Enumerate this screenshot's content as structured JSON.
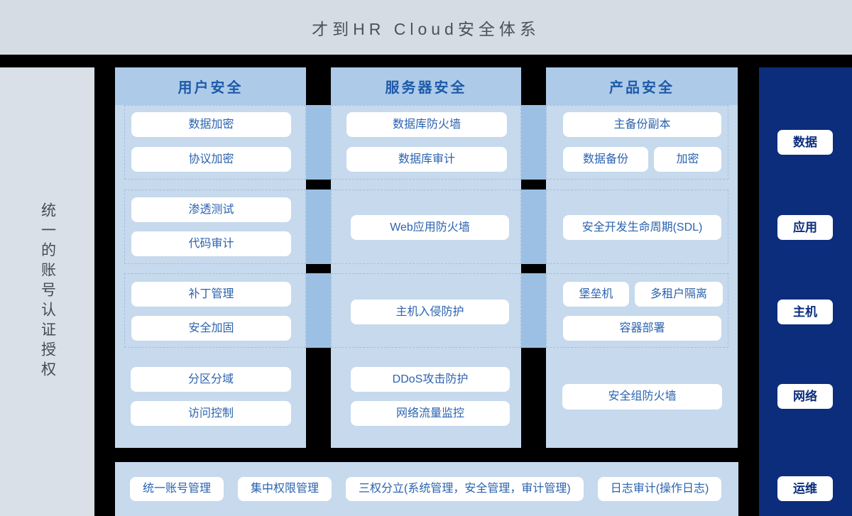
{
  "banner": {
    "title": "才到HR Cloud安全体系"
  },
  "left_rail": {
    "label": "统一的账号认证授权"
  },
  "col_user": {
    "header": "用户安全",
    "g1": [
      "数据加密",
      "协议加密"
    ],
    "g2": [
      "渗透测试",
      "代码审计"
    ],
    "g3": [
      "补丁管理",
      "安全加固"
    ],
    "g4": [
      "分区分域",
      "访问控制"
    ]
  },
  "col_server": {
    "header": "服务器安全",
    "g1": [
      "数据库防火墙",
      "数据库审计"
    ],
    "g2": [
      "Web应用防火墙"
    ],
    "g3": [
      "主机入侵防护"
    ],
    "g4": [
      "DDoS攻击防护",
      "网络流量监控"
    ]
  },
  "col_product": {
    "header": "产品安全",
    "g1": [
      "主备份副本",
      "数据备份",
      "加密"
    ],
    "g2": [
      "安全开发生命周期(SDL)"
    ],
    "g3": [
      "堡垒机",
      "多租户隔离",
      "容器部署"
    ],
    "g4": [
      "安全组防火墙"
    ]
  },
  "right_rail": {
    "items": [
      "数据",
      "应用",
      "主机",
      "网络",
      "运维"
    ]
  },
  "bottom_bar": {
    "items": [
      "统一账号管理",
      "集中权限管理",
      "三权分立(系统管理，安全管理，审计管理)",
      "日志审计(操作日志)"
    ]
  },
  "colors": {
    "banner_bg": "#d5dce3",
    "left_rail_bg": "#d9e0e8",
    "column_header_bg": "#adcbe9",
    "column_body_bg": "#c6d9ed",
    "bridge": "#9bc0e4",
    "navy": "#0b2d7c",
    "button_text": "#2b63af"
  }
}
